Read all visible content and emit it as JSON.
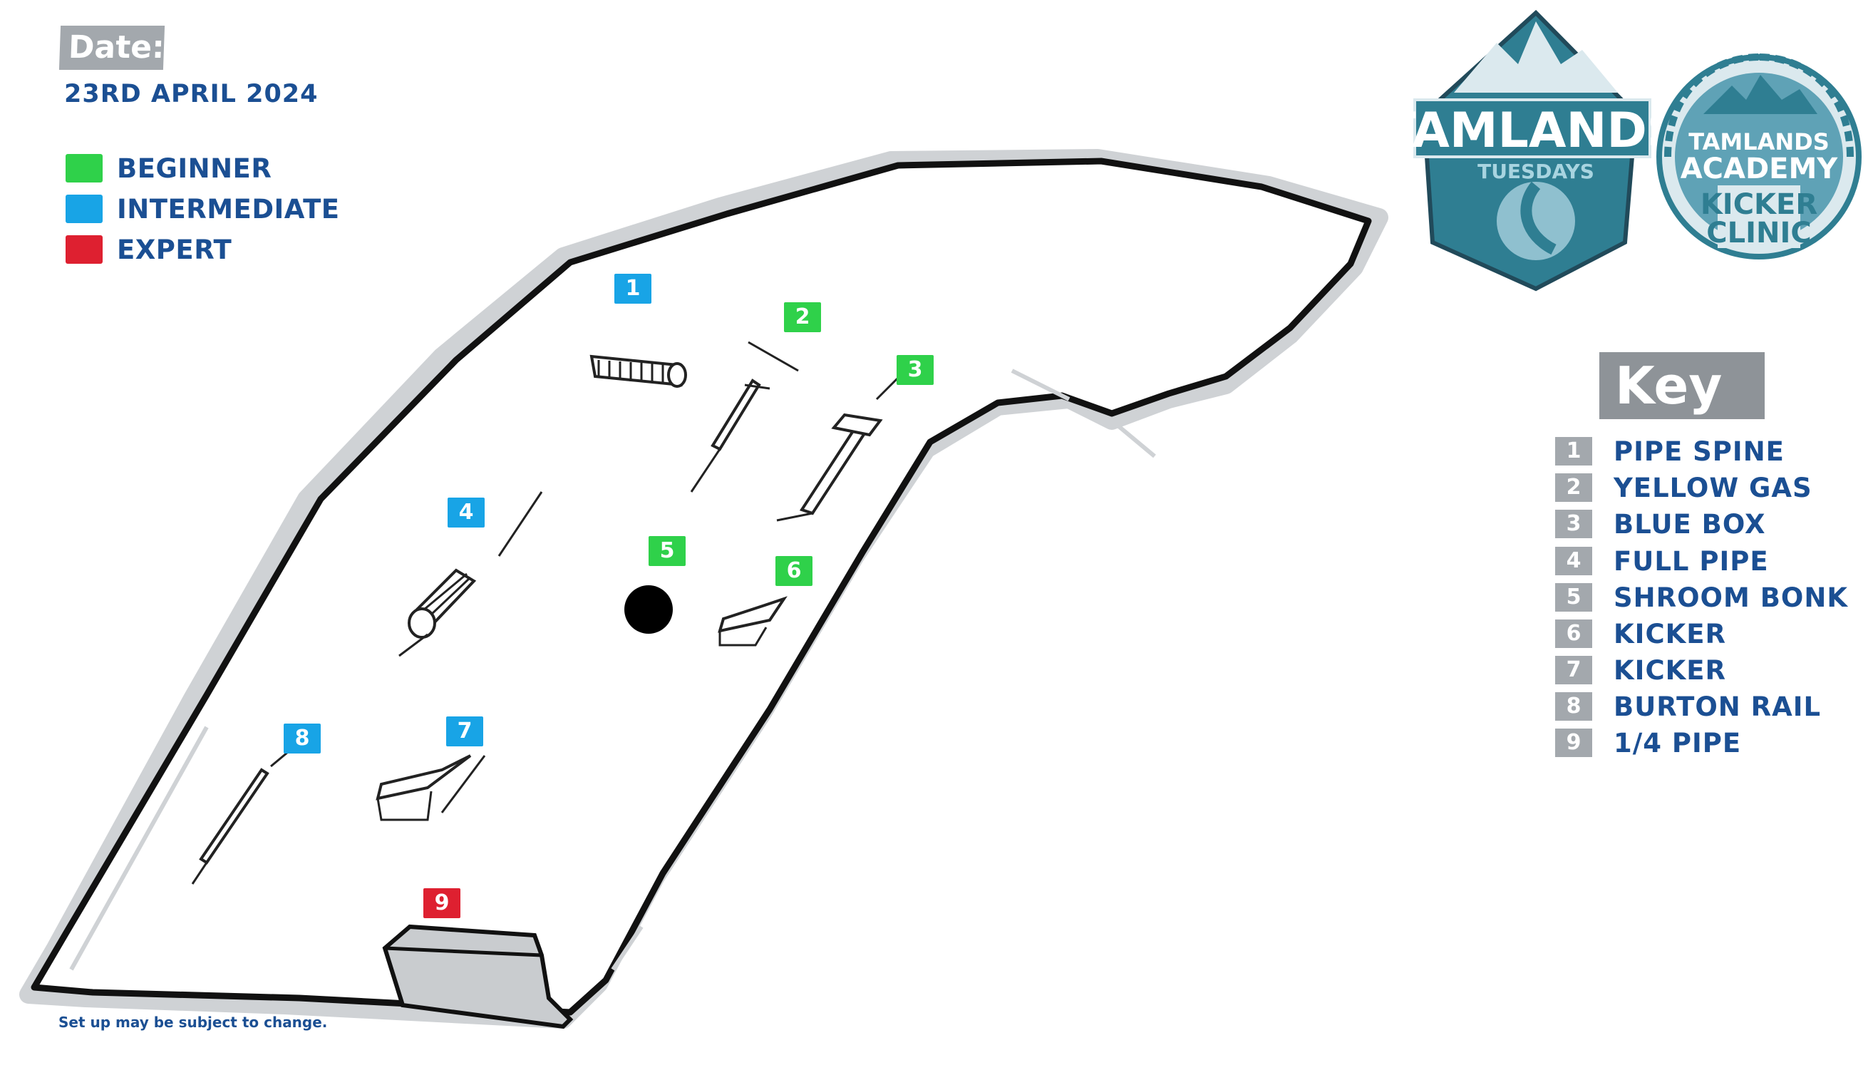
{
  "header": {
    "date_label": "Date:",
    "date_value": "23RD APRIL 2024"
  },
  "legend": [
    {
      "label": "BEGINNER",
      "color": "#2fd14a"
    },
    {
      "label": "INTERMEDIATE",
      "color": "#18a4e6"
    },
    {
      "label": "EXPERT",
      "color": "#de2030"
    }
  ],
  "features": [
    {
      "number": "1",
      "level": "intermediate",
      "color": "#18a4e6"
    },
    {
      "number": "2",
      "level": "beginner",
      "color": "#2fd14a"
    },
    {
      "number": "3",
      "level": "beginner",
      "color": "#2fd14a"
    },
    {
      "number": "4",
      "level": "intermediate",
      "color": "#18a4e6"
    },
    {
      "number": "5",
      "level": "beginner",
      "color": "#2fd14a"
    },
    {
      "number": "6",
      "level": "beginner",
      "color": "#2fd14a"
    },
    {
      "number": "7",
      "level": "intermediate",
      "color": "#18a4e6"
    },
    {
      "number": "8",
      "level": "intermediate",
      "color": "#18a4e6"
    },
    {
      "number": "9",
      "level": "expert",
      "color": "#de2030"
    }
  ],
  "key": {
    "title": "Key",
    "items": [
      {
        "number": "1",
        "name": "PIPE SPINE"
      },
      {
        "number": "2",
        "name": "YELLOW GAS"
      },
      {
        "number": "3",
        "name": "BLUE BOX"
      },
      {
        "number": "4",
        "name": "FULL PIPE"
      },
      {
        "number": "5",
        "name": "SHROOM BONK"
      },
      {
        "number": "6",
        "name": "KICKER"
      },
      {
        "number": "7",
        "name": "KICKER"
      },
      {
        "number": "8",
        "name": "BURTON RAIL"
      },
      {
        "number": "9",
        "name": "1/4 PIPE"
      }
    ]
  },
  "logos": {
    "tuesdays": {
      "line1": "TAMLANDS",
      "line2": "TUESDAYS"
    },
    "academy": {
      "line1": "TAMLANDS",
      "line2": "ACADEMY",
      "line3": "KICKER",
      "line4": "CLINIC"
    }
  },
  "footnote": "Set up may be subject to change.",
  "colors": {
    "brand_blue": "#1b4f93",
    "key_grey": "#a3a8ad",
    "logo_teal": "#2f7e92"
  }
}
